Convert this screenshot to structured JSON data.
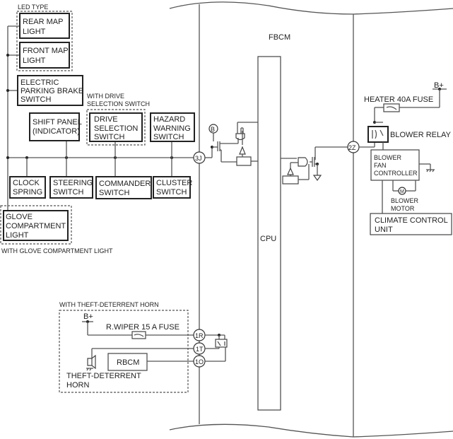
{
  "module": {
    "name": "FBCM",
    "cpu": "CPU"
  },
  "groups": {
    "led_type": "LED TYPE",
    "with_drive_selection": [
      "WITH DRIVE",
      "SELECTION SWITCH"
    ],
    "with_glove": "WITH GLOVE COMPARTMENT LIGHT",
    "with_theft": "WITH THEFT-DETERRENT HORN"
  },
  "components": {
    "rear_map": [
      "REAR MAP",
      "LIGHT"
    ],
    "front_map": [
      "FRONT MAP",
      "LIGHT"
    ],
    "epb": [
      "ELECTRIC",
      "PARKING BRAKE",
      "SWITCH"
    ],
    "shift_panel": [
      "SHIFT PANEL",
      "(INDICATOR)"
    ],
    "drive_sel": [
      "DRIVE",
      "SELECTION",
      "SWITCH"
    ],
    "hazard": [
      "HAZARD",
      "WARNING",
      "SWITCH"
    ],
    "clock": [
      "CLOCK",
      "SPRING"
    ],
    "steering": [
      "STEERING",
      "SWITCH"
    ],
    "commander": [
      "COMMANDER",
      "SWITCH"
    ],
    "cluster": [
      "CLUSTER",
      "SWITCH"
    ],
    "glove": [
      "GLOVE",
      "COMPARTMENT",
      "LIGHT"
    ],
    "heater_fuse": "HEATER 40A FUSE",
    "bplus": "B+",
    "blower_relay": "BLOWER RELAY",
    "blower_fan": [
      "BLOWER",
      "FAN",
      "CONTROLLER"
    ],
    "blower_motor": [
      "BLOWER",
      "MOTOR"
    ],
    "motor_symbol": "M",
    "climate": [
      "CLIMATE CONTROL",
      "UNIT"
    ],
    "wiper_fuse": "R.WIPER 15 A FUSE",
    "rbcm": "RBCM",
    "horn": [
      "THEFT-DETERRENT",
      "HORN"
    ]
  },
  "terminals": {
    "t3j": "3J",
    "t2z": "2Z",
    "t1r": "1R",
    "t1t": "1T",
    "t1o": "1O",
    "b": "B"
  }
}
